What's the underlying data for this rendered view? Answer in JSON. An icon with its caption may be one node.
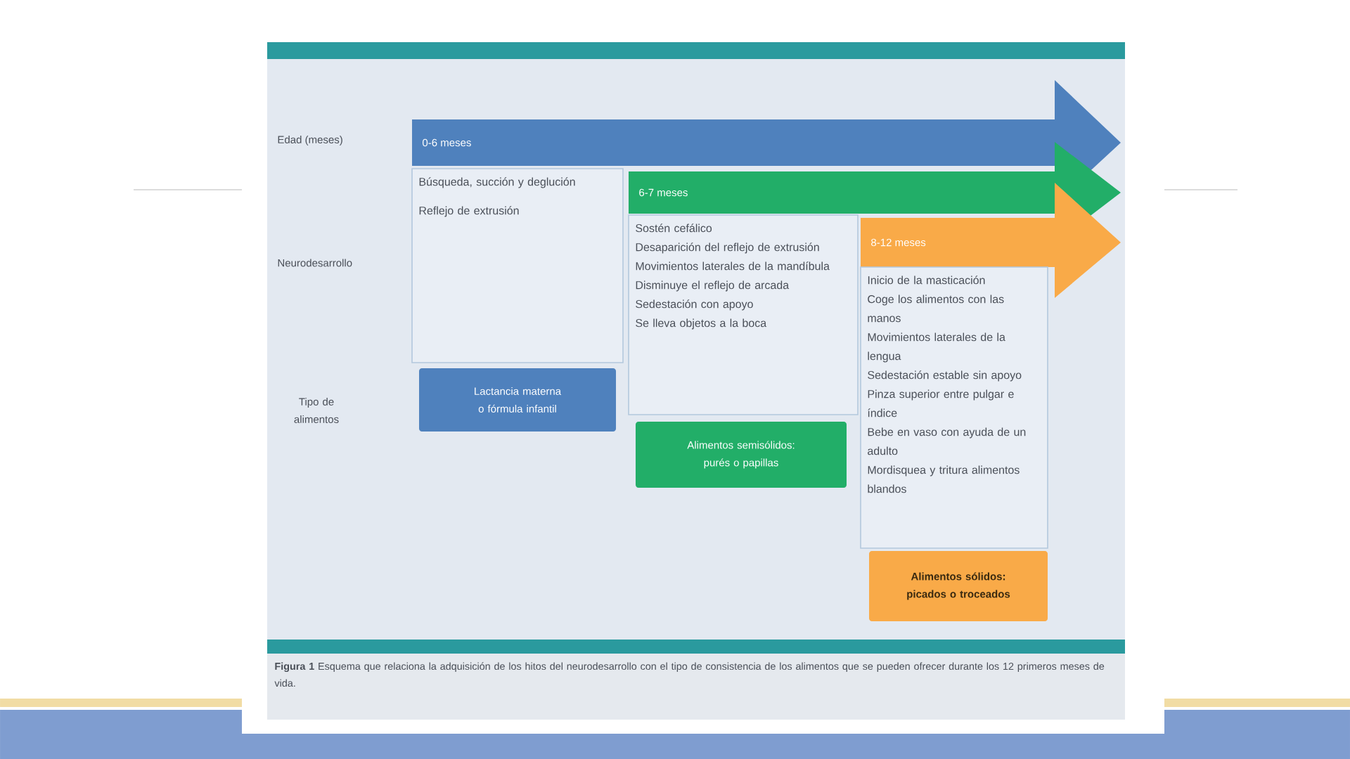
{
  "diagram": {
    "caption": "**Figura 1** Esquema que relaciona la adquisición de los hitos del neurodesarrollo con el tipo de consistencia de los alimentos que se pueden ofrecer durante los 12 primeros meses de vida.",
    "nodes": [
      {
        "text": [
          "0-6 meses"
        ]
      },
      {
        "text": [
          "Búsqueda, succión y deglución",
          "Reflejo de extrusión"
        ]
      },
      {
        "text": [
          "6-7 meses"
        ]
      },
      {
        "text": [
          "Sostén cefálico",
          "Desaparición del reflejo de extrusión",
          "Movimientos laterales de la mandíbula",
          "Disminuye el reflejo de arcada",
          "Sedestación con apoyo",
          "Se lleva objetos a la boca"
        ]
      },
      {
        "text": [
          "8-12 meses"
        ]
      },
      {
        "text": [
          "Inicio de la masticación",
          "Coge los alimentos con las manos",
          "Movimientos laterales de la lengua",
          "Sedestación estable sin apoyo",
          "Pinza superior entre pulgar e índice",
          "Bebe en vaso con ayuda de un adulto",
          "Mordisquea y tritura alimentos blandos"
        ]
      },
      {
        "text": [
          "Lactancia materna o fórmula infantil"
        ]
      },
      {
        "text": [
          "Alimentos semisólidos: purés o papillas"
        ]
      },
      {
        "text": [
          "Alimentos sólidos: picados o troceados"
        ]
      }
    ],
    "labels": [
      "Edad (meses)",
      "Neurodesarrollo",
      "Tipo de alimentos"
    ]
  }
}
